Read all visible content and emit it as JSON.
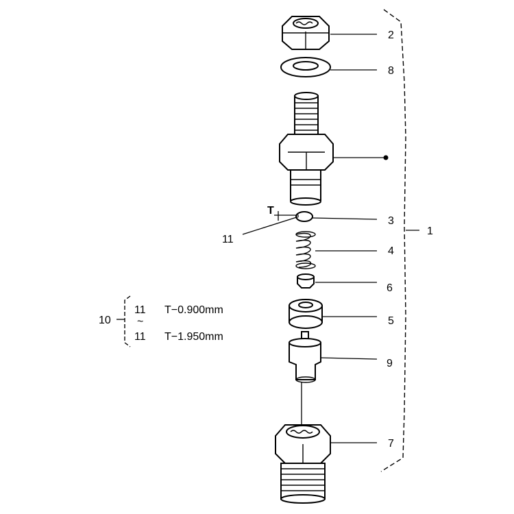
{
  "diagram": {
    "callouts": {
      "p1": "1",
      "p2": "2",
      "p3": "3",
      "p4": "4",
      "p5": "5",
      "p6": "6",
      "p7": "7",
      "p8": "8",
      "p9": "9",
      "p10": "10",
      "p11": "11"
    },
    "shim_marker": "T",
    "shim_options": [
      {
        "ref": "11",
        "spec": "T−0.900mm"
      },
      {
        "ref": "11",
        "spec": "T−1.950mm"
      }
    ],
    "range_symbol": "~"
  }
}
